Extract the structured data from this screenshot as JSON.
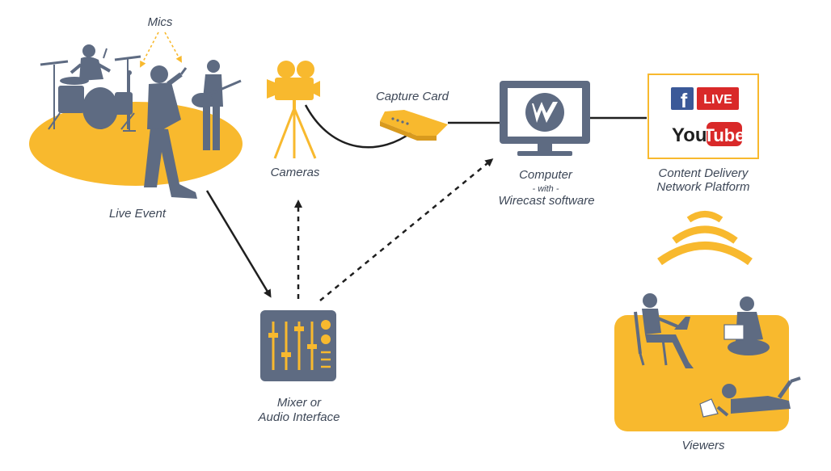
{
  "colors": {
    "accent": "#f8b92e",
    "figure": "#5e6b82",
    "line": "#1f1f1f",
    "text": "#3d4757",
    "facebook": "#3b5998",
    "youtube": "#d92929"
  },
  "labels": {
    "mics": "Mics",
    "live_event": "Live Event",
    "cameras": "Cameras",
    "capture_card": "Capture Card",
    "computer": "Computer",
    "with": "- with -",
    "software": "Wirecast software",
    "cdn_line1": "Content Delivery",
    "cdn_line2": "Network Platform",
    "mixer_line1": "Mixer or",
    "mixer_line2": "Audio Interface",
    "viewers": "Viewers"
  },
  "logos": {
    "facebook_mark": "f",
    "live_badge": "LIVE",
    "youtube_you": "You",
    "youtube_tube": "Tube"
  },
  "icons": {
    "band": "band-silhouette-icon",
    "camera": "film-camera-icon",
    "capture_card": "capture-card-icon",
    "computer": "monitor-icon",
    "wirecast": "wirecast-logo-icon",
    "mixer": "mixer-icon",
    "signal": "broadcast-signal-icon",
    "viewers": "viewers-icon"
  }
}
